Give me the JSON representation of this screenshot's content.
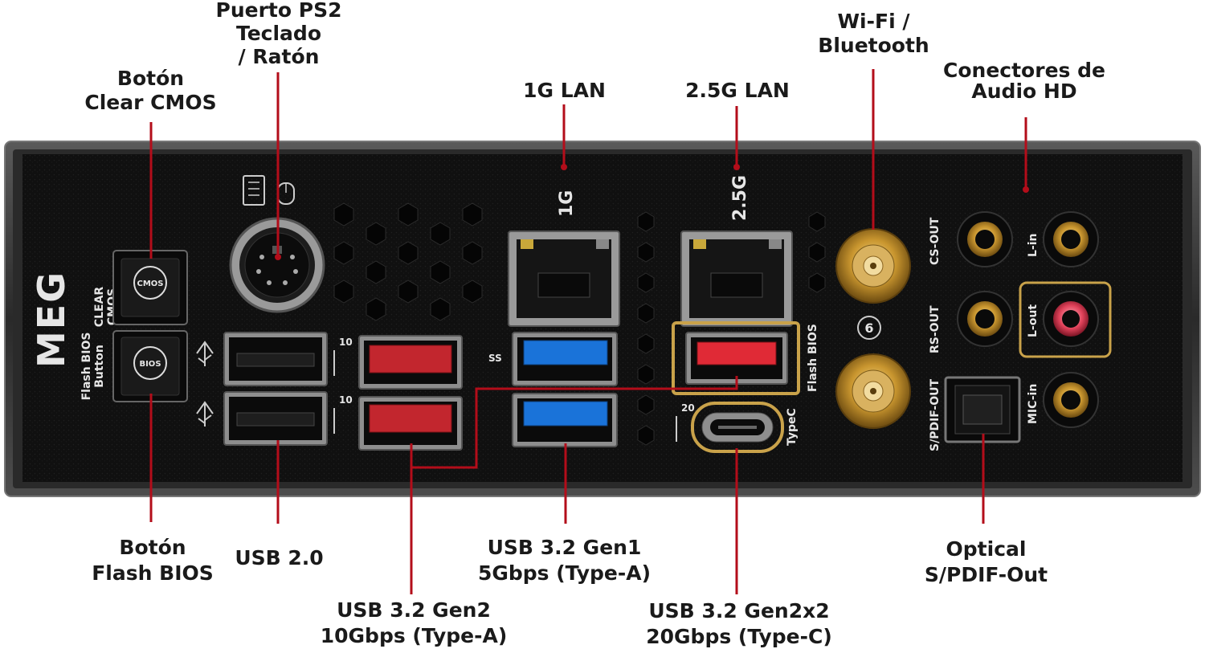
{
  "callouts": {
    "clear_cmos": [
      "Botón",
      "Clear CMOS"
    ],
    "ps2": [
      "Puerto PS2",
      "Teclado",
      "/ Ratón"
    ],
    "lan_1g": [
      "1G LAN"
    ],
    "lan_25g": [
      "2.5G LAN"
    ],
    "wifi": [
      "Wi-Fi /",
      "Bluetooth"
    ],
    "audio": [
      "Conectores de",
      "Audio HD"
    ],
    "flash_bios": [
      "Botón",
      "Flash BIOS"
    ],
    "usb20": [
      "USB 2.0"
    ],
    "usb32_gen2": [
      "USB 3.2 Gen2",
      "10Gbps (Type-A)"
    ],
    "usb32_gen1": [
      "USB 3.2 Gen1",
      "5Gbps (Type-A)"
    ],
    "usb32_gen2x2": [
      "USB 3.2 Gen2x2",
      "20Gbps (Type-C)"
    ],
    "optical": [
      "Optical",
      "S/PDIF-Out"
    ]
  },
  "panel": {
    "brand_logo": "MEG",
    "clear_cmos_label": [
      "CLEAR",
      "CMOS"
    ],
    "clear_cmos_button": "CMOS",
    "flash_bios_label": [
      "Flash BIOS",
      "Button"
    ],
    "flash_bios_button": "BIOS",
    "lan1_label": "1G",
    "lan2_label": "2.5G",
    "flash_bios_port_label": "Flash BIOS",
    "typec_label": "TypeC",
    "ss10_a": "10",
    "ss10_b": "10",
    "ss20": "20",
    "wifi_badge": "6",
    "audio_cs_out": "CS-OUT",
    "audio_rs_out": "RS-OUT",
    "audio_spdif": "S/PDIF-OUT",
    "audio_l_in": "L-in",
    "audio_l_out": "L-out",
    "audio_mic_in": "MIC-in"
  },
  "colors": {
    "leader_line": "#b30d1a",
    "panel_black": "#111111",
    "usb3_gen2_red": "#c2262e",
    "usb3_gen1_blue": "#1a73d9",
    "gold": "#c9a24a",
    "lout_pink": "#e0425a"
  }
}
